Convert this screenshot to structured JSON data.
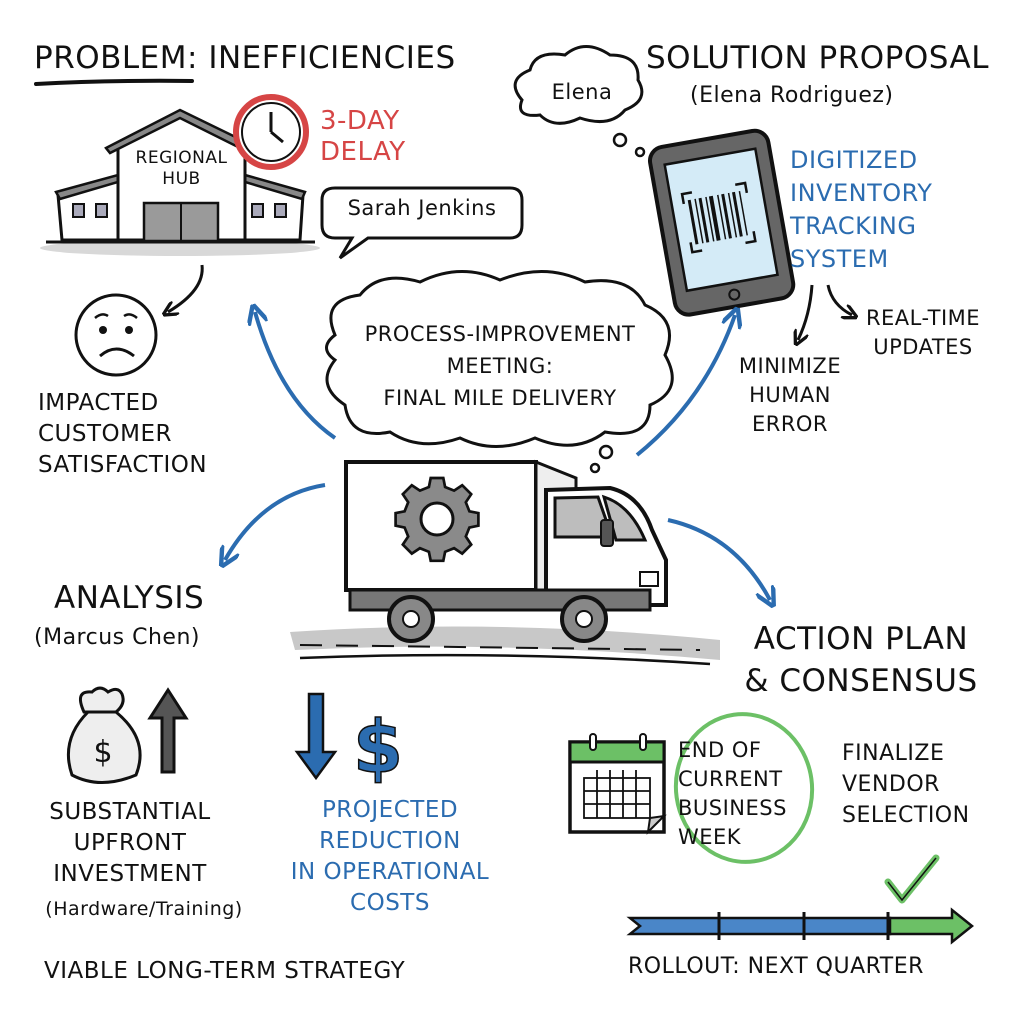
{
  "problem": {
    "title_main": "PROBLEM",
    "title_rest": ": INEFFICIENCIES",
    "building_label": "REGIONAL\nHUB",
    "delay_text": "3-DAY\nDELAY",
    "speaker": "Sarah Jenkins",
    "impact_text": "IMPACTED\nCUSTOMER\nSATISFACTION"
  },
  "solution": {
    "title": "SOLUTION PROPOSAL",
    "presenter": "(Elena Rodriguez)",
    "thought": "Elena",
    "system_text": "DIGITIZED\nINVENTORY\nTRACKING\nSYSTEM",
    "benefit_1": "MINIMIZE\nHUMAN\nERROR",
    "benefit_2": "REAL-TIME\nUPDATES"
  },
  "center": {
    "meeting_text": "PROCESS-IMPROVEMENT\nMEETING:\nFINAL MILE DELIVERY"
  },
  "analysis": {
    "title": "ANALYSIS",
    "presenter": "(Marcus Chen)",
    "cost_text": "SUBSTANTIAL\nUPFRONT\nINVESTMENT",
    "cost_detail": "(Hardware/Training)",
    "saving_text": "PROJECTED\nREDUCTION\nIN OPERATIONAL\nCOSTS",
    "conclusion": "VIABLE LONG-TERM STRATEGY"
  },
  "action": {
    "title": "ACTION PLAN\n& CONSENSUS",
    "deadline_text": "END OF\nCURRENT\nBUSINESS\nWEEK",
    "task_text": "FINALIZE\nVENDOR\nSELECTION",
    "timeline_label": "ROLLOUT: NEXT QUARTER"
  },
  "colors": {
    "ink": "#111111",
    "blue": "#2b6cb0",
    "red": "#d64545",
    "green": "#6cc066",
    "gray": "#8a8a8a"
  }
}
